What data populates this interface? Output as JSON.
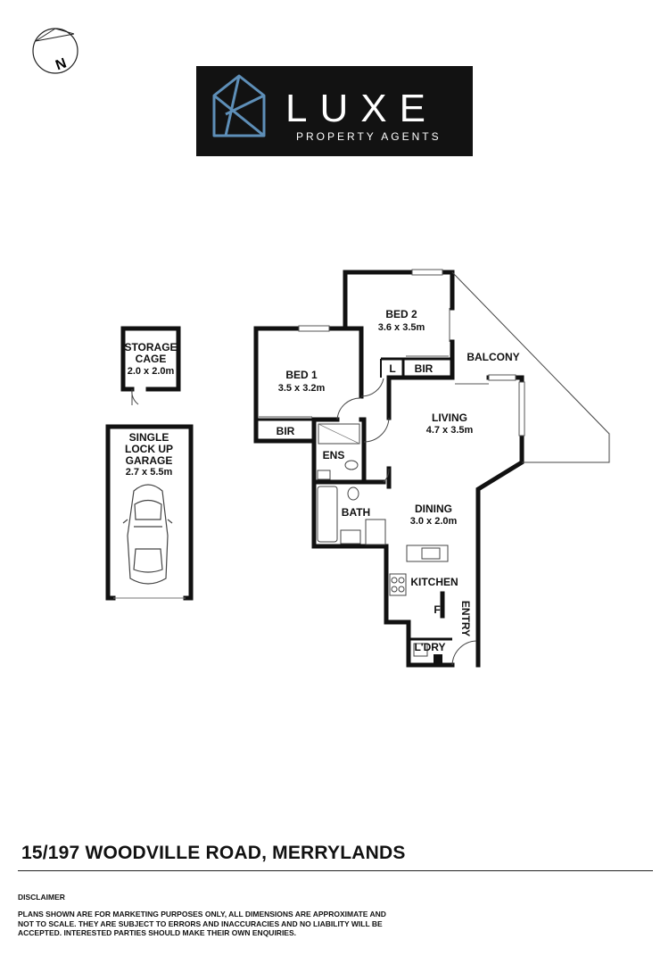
{
  "compass": {
    "label": "N",
    "icon": "north-arrow-icon"
  },
  "logo": {
    "word": "LUXE",
    "tagline": "PROPERTY AGENTS",
    "background": "#121212",
    "accent": "#5e8fb8"
  },
  "rooms": {
    "storage": {
      "line1": "STORAGE",
      "line2": "CAGE",
      "dims": "2.0 x 2.0m"
    },
    "garage": {
      "line1": "SINGLE",
      "line2": "LOCK UP",
      "line3": "GARAGE",
      "dims": "2.7 x 5.5m"
    },
    "bed1": {
      "name": "BED 1",
      "dims": "3.5 x 3.2m"
    },
    "bed1_bir": "BIR",
    "bed2": {
      "name": "BED 2",
      "dims": "3.6 x 3.5m"
    },
    "bed2_bir": "BIR",
    "linen": "L",
    "balcony": "BALCONY",
    "living": {
      "name": "LIVING",
      "dims": "4.7 x 3.5m"
    },
    "ens": "ENS",
    "bath": "BATH",
    "dining": {
      "name": "DINING",
      "dims": "3.0 x 2.0m"
    },
    "kitchen": "KITCHEN",
    "fridge": "F",
    "entry": "ENTRY",
    "laundry": "L'DRY"
  },
  "address": "15/197 WOODVILLE ROAD, MERRYLANDS",
  "disclaimer": {
    "title": "DISCLAIMER",
    "text": "PLANS SHOWN ARE FOR MARKETING PURPOSES ONLY, ALL DIMENSIONS ARE APPROXIMATE AND NOT TO SCALE. THEY ARE SUBJECT TO ERRORS AND INACCURACIES AND NO LIABILITY WILL BE ACCEPTED. INTERESTED PARTIES SHOULD MAKE THEIR OWN ENQUIRIES."
  }
}
